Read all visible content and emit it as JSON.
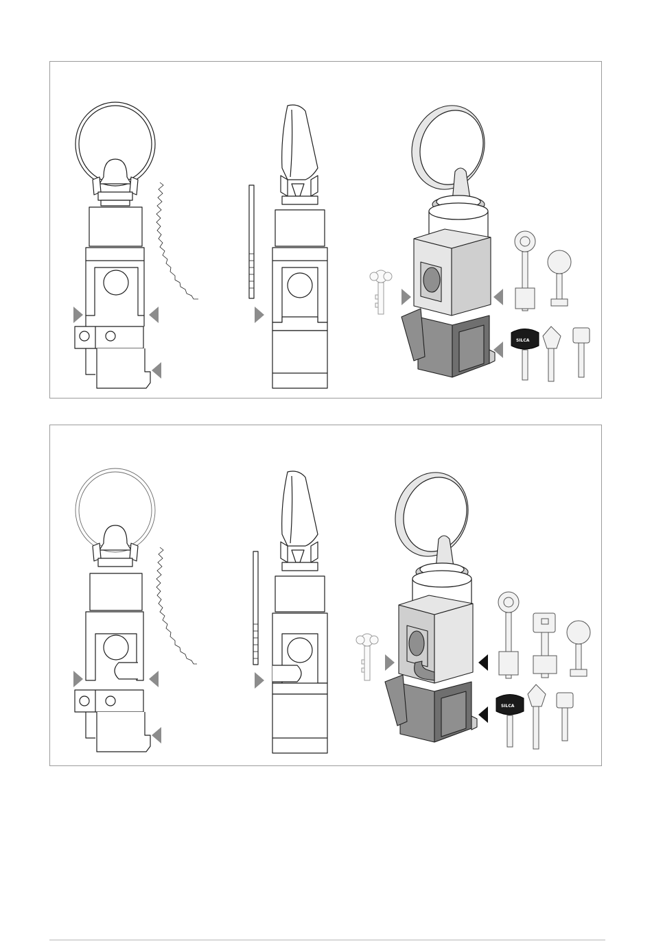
{
  "figures": [
    {
      "id": "figure-top",
      "views": [
        "front-view",
        "side-view",
        "isometric-view"
      ],
      "key_types": [
        "cruciform-key",
        "dimple-key",
        "pin-key",
        "laser-key",
        "double-bit-key",
        "flat-key"
      ]
    },
    {
      "id": "figure-bottom",
      "views": [
        "front-view",
        "side-view",
        "isometric-view"
      ],
      "key_types": [
        "cruciform-key",
        "dimple-key",
        "pin-key",
        "laser-key",
        "double-bit-key",
        "flat-key",
        "tubular-key"
      ]
    }
  ],
  "key_logo_text": "SILCA",
  "colors": {
    "border": "#9a9a9a",
    "arrow_gray": "#8c8c8c",
    "arrow_black": "#111111",
    "shade_light": "#e6e6e6",
    "shade_mid": "#cfcfcf",
    "shade_dark": "#8f8f8f"
  }
}
